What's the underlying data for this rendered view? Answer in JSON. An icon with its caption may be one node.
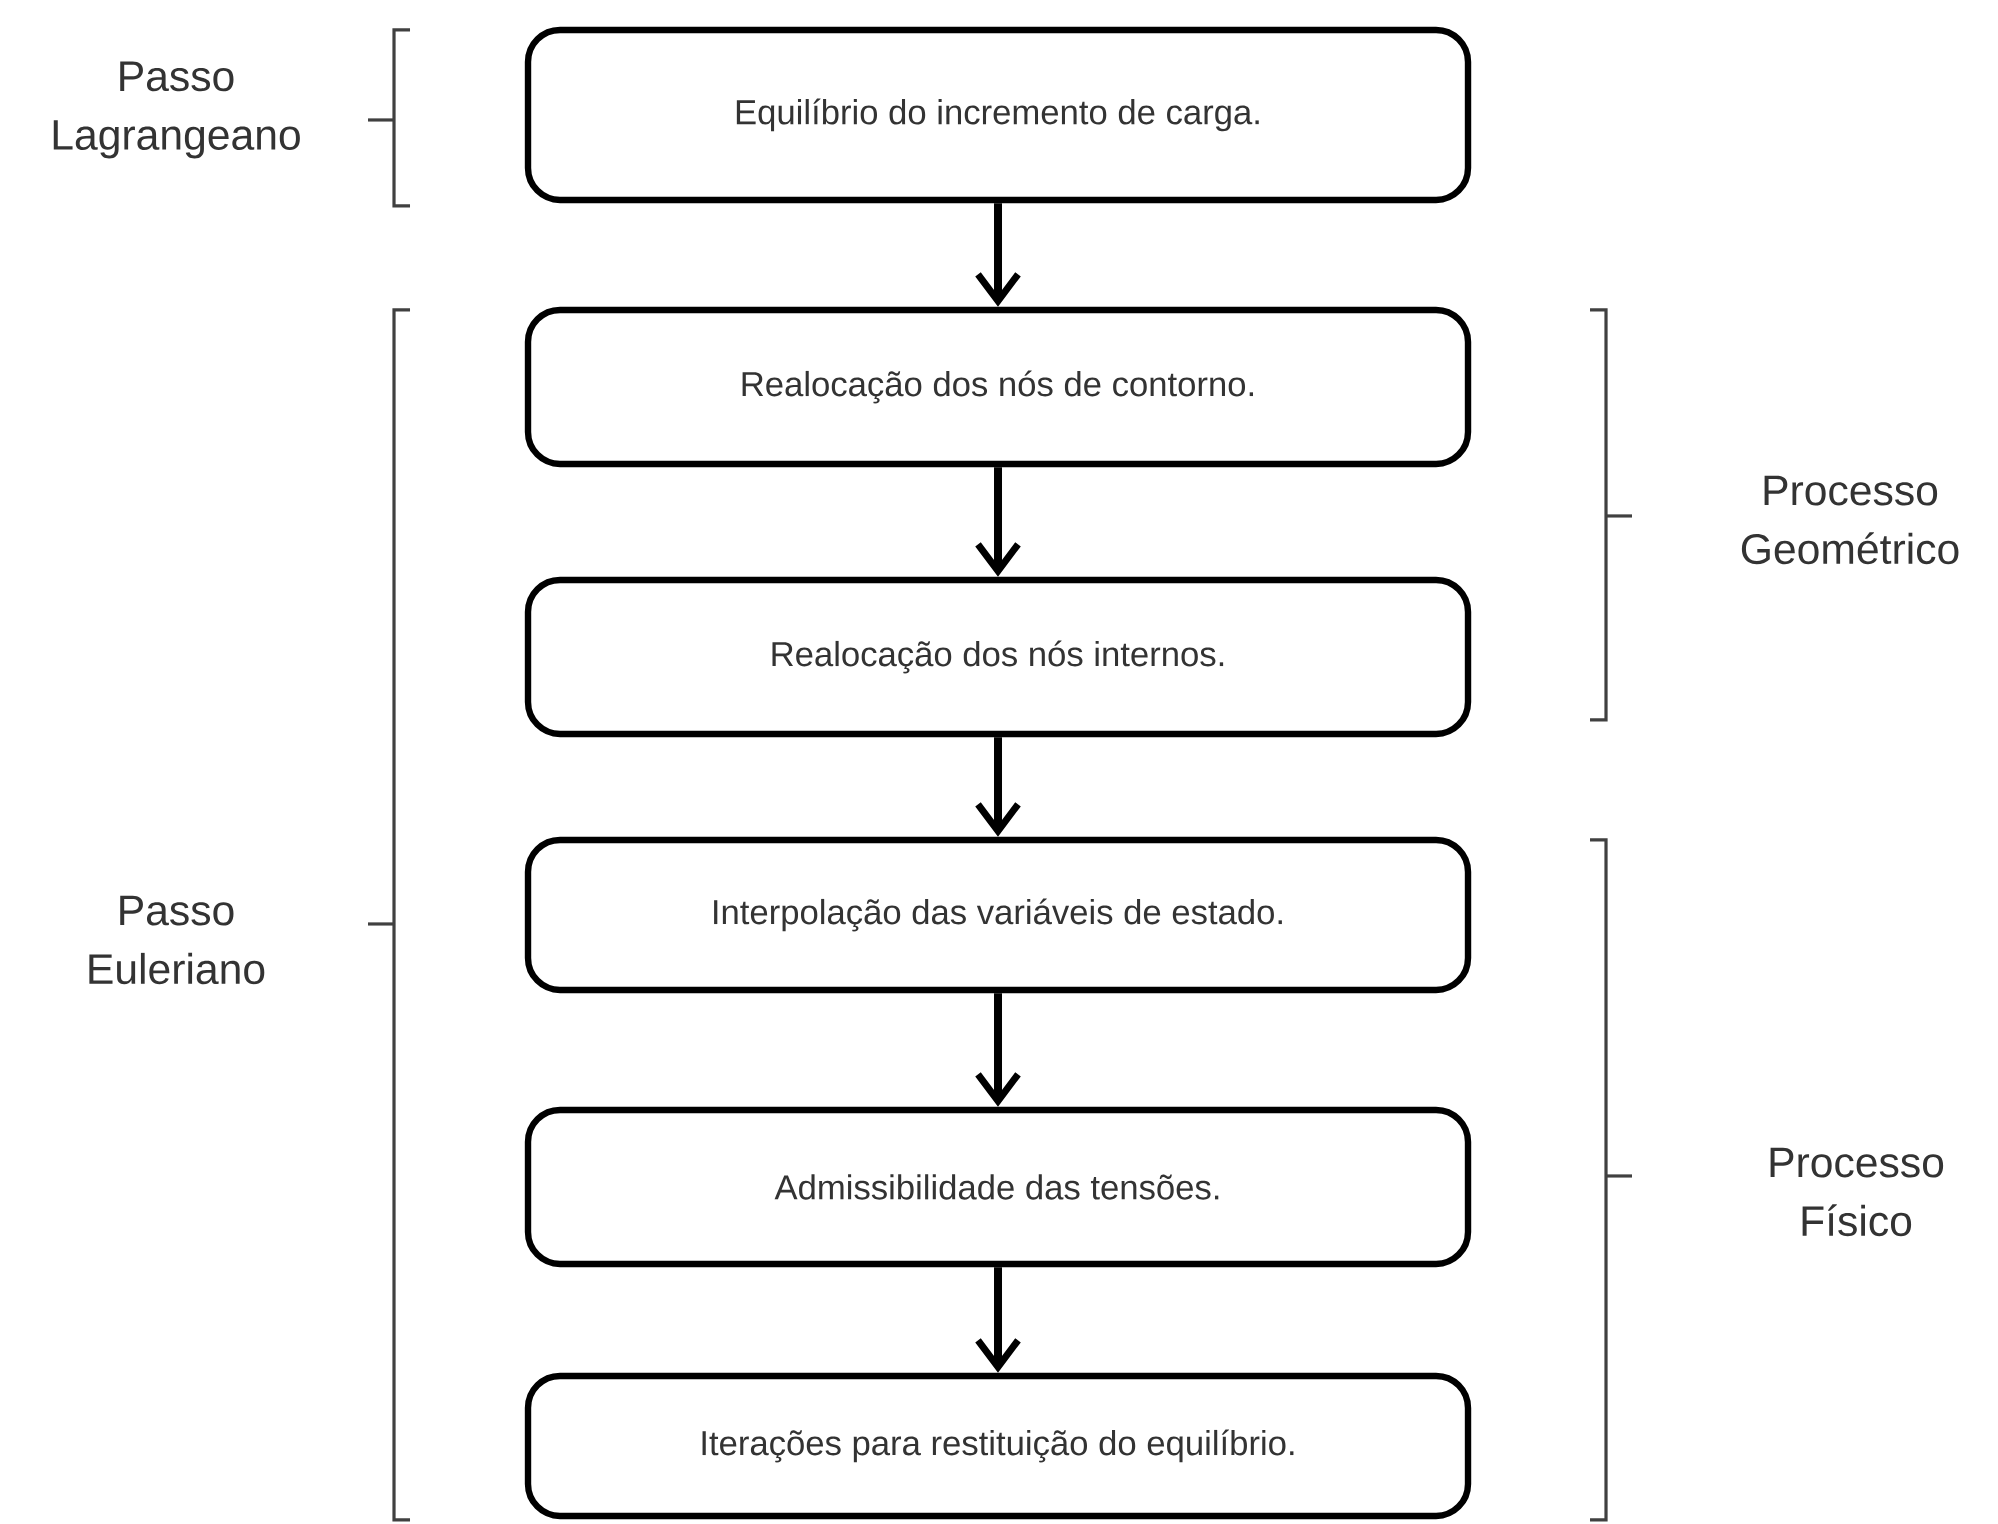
{
  "diagram": {
    "nodes": [
      {
        "text": [
          "Equilíbrio do incremento de carga."
        ]
      },
      {
        "text": [
          "Realocação dos nós de contorno."
        ]
      },
      {
        "text": [
          "Realocação dos nós internos."
        ]
      },
      {
        "text": [
          "Interpolação das variáveis de estado."
        ]
      },
      {
        "text": [
          "Admissibilidade das tensões."
        ]
      },
      {
        "text": [
          "Iterações para restituição do equilíbrio."
        ]
      }
    ],
    "edges": [
      {
        "from": 0,
        "to": 1,
        "arrow": "to"
      },
      {
        "from": 1,
        "to": 2,
        "arrow": "to"
      },
      {
        "from": 2,
        "to": 3,
        "arrow": "to"
      },
      {
        "from": 3,
        "to": 4,
        "arrow": "to"
      },
      {
        "from": 4,
        "to": 5,
        "arrow": "to"
      }
    ],
    "labels": [
      "Passo Lagrangeano",
      "Passo Euleriano",
      "Processo Geométrico",
      "Processo Físico"
    ]
  }
}
